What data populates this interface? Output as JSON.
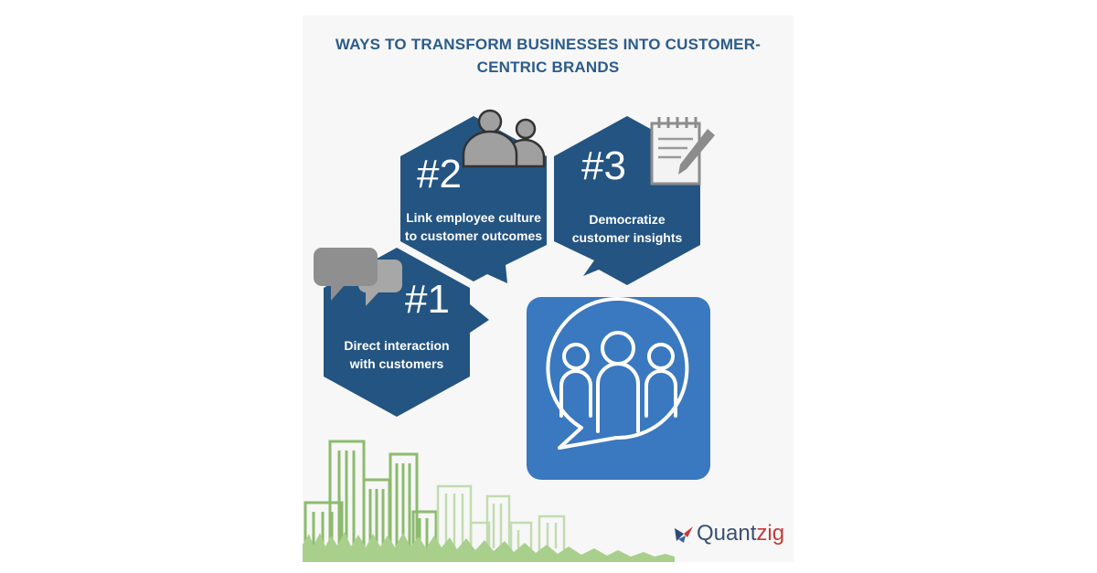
{
  "title": {
    "line1": "WAYS TO TRANSFORM BUSINESSES INTO CUSTOMER-",
    "line2": "CENTRIC BRANDS"
  },
  "hexagons": [
    {
      "number": "#1",
      "line1": "Direct interaction",
      "line2": "with customers",
      "icon": "speech-bubbles-icon"
    },
    {
      "number": "#2",
      "line1": "Link employee culture",
      "line2": "to customer outcomes",
      "icon": "two-people-icon"
    },
    {
      "number": "#3",
      "line1": "Democratize",
      "line2": "customer insights",
      "icon": "notepad-pencil-icon"
    }
  ],
  "feature_icon": "community-chat-icon",
  "brand": {
    "name_part1": "Quant",
    "name_part2": "zig",
    "icon": "quantzig-logo-icon"
  },
  "colors": {
    "hex_fill": "#235482",
    "title": "#2b5b8c",
    "tile": "#3a78c0",
    "icon_gray": "#a0a0a0",
    "city_green": "#8dbb6e",
    "brand_blue": "#3b4f72",
    "brand_red": "#c63a3a"
  }
}
